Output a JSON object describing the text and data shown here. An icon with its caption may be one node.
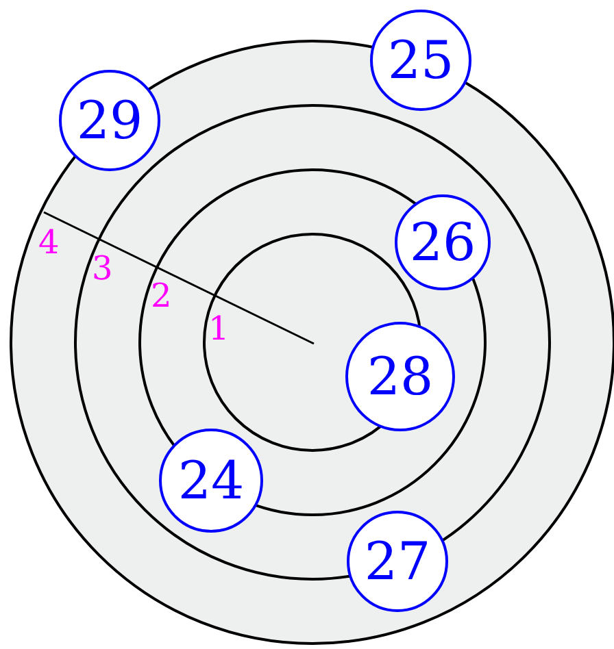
{
  "diagram": {
    "nodes": [
      {
        "text": [
          "25"
        ]
      },
      {
        "text": [
          "29"
        ]
      },
      {
        "text": [
          "26"
        ]
      },
      {
        "text": [
          "28"
        ]
      },
      {
        "text": [
          "24"
        ]
      },
      {
        "text": [
          "27"
        ]
      }
    ],
    "labels": [
      "4",
      "3",
      "2",
      "1"
    ]
  }
}
